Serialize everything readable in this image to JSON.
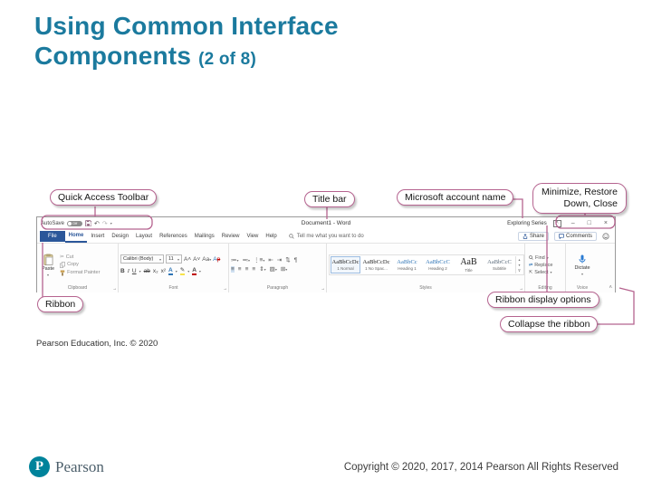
{
  "slide": {
    "title_line1": "Using Common Interface",
    "title_line2_main": "Components ",
    "title_line2_suffix": "(2 of 8)",
    "credit": "Pearson Education, Inc. © 2020"
  },
  "footer": {
    "brand": "Pearson",
    "copyright": "Copyright © 2020, 2017, 2014 Pearson All Rights Reserved"
  },
  "callouts": {
    "quick_access_toolbar": "Quick Access Toolbar",
    "title_bar": "Title bar",
    "microsoft_account_name": "Microsoft account name",
    "minimize_restore_line1": "Minimize, Restore",
    "minimize_restore_line2": "Down, Close",
    "ribbon": "Ribbon",
    "ribbon_display_options": "Ribbon display options",
    "collapse_the_ribbon": "Collapse the ribbon"
  },
  "word": {
    "titlebar": {
      "autosave_label": "AutoSave",
      "autosave_state": "Off",
      "doc_title": "Document1 - Word",
      "account_name": "Exploring Series",
      "minimize": "–",
      "restore": "□",
      "close": "×"
    },
    "tabs": [
      "File",
      "Home",
      "Insert",
      "Design",
      "Layout",
      "References",
      "Mailings",
      "Review",
      "View",
      "Help"
    ],
    "search_text": "Tell me what you want to do",
    "share_label": "Share",
    "comments_label": "Comments",
    "ribbon": {
      "clipboard": {
        "label": "Clipboard",
        "paste": "Paste",
        "cut": "Cut",
        "copy": "Copy",
        "format_painter": "Format Painter"
      },
      "font": {
        "label": "Font",
        "font_name": "Calibri (Body)",
        "font_size": "11",
        "bold": "B",
        "italic": "I",
        "underline": "U",
        "strike": "ab",
        "subscript": "x₂",
        "superscript": "x²"
      },
      "paragraph": {
        "label": "Paragraph"
      },
      "styles": {
        "label": "Styles",
        "items": [
          {
            "sample": "AaBbCcDc",
            "name": "1 Normal"
          },
          {
            "sample": "AaBbCcDc",
            "name": "1 No Spac..."
          },
          {
            "sample": "AaBbCc",
            "name": "Heading 1"
          },
          {
            "sample": "AaBbCcC",
            "name": "Heading 2"
          },
          {
            "sample": "AaB",
            "name": "Title"
          },
          {
            "sample": "AaBbCcC",
            "name": "Subtitle"
          }
        ]
      },
      "editing": {
        "label": "Editing",
        "find": "Find",
        "replace": "Replace",
        "select": "Select"
      },
      "voice": {
        "label": "Voice",
        "dictate": "Dictate"
      }
    }
  },
  "colors": {
    "title_teal": "#1b7a9e",
    "callout_pink": "#b5638f",
    "word_blue": "#2b579a",
    "pearson_teal": "#00839b"
  }
}
